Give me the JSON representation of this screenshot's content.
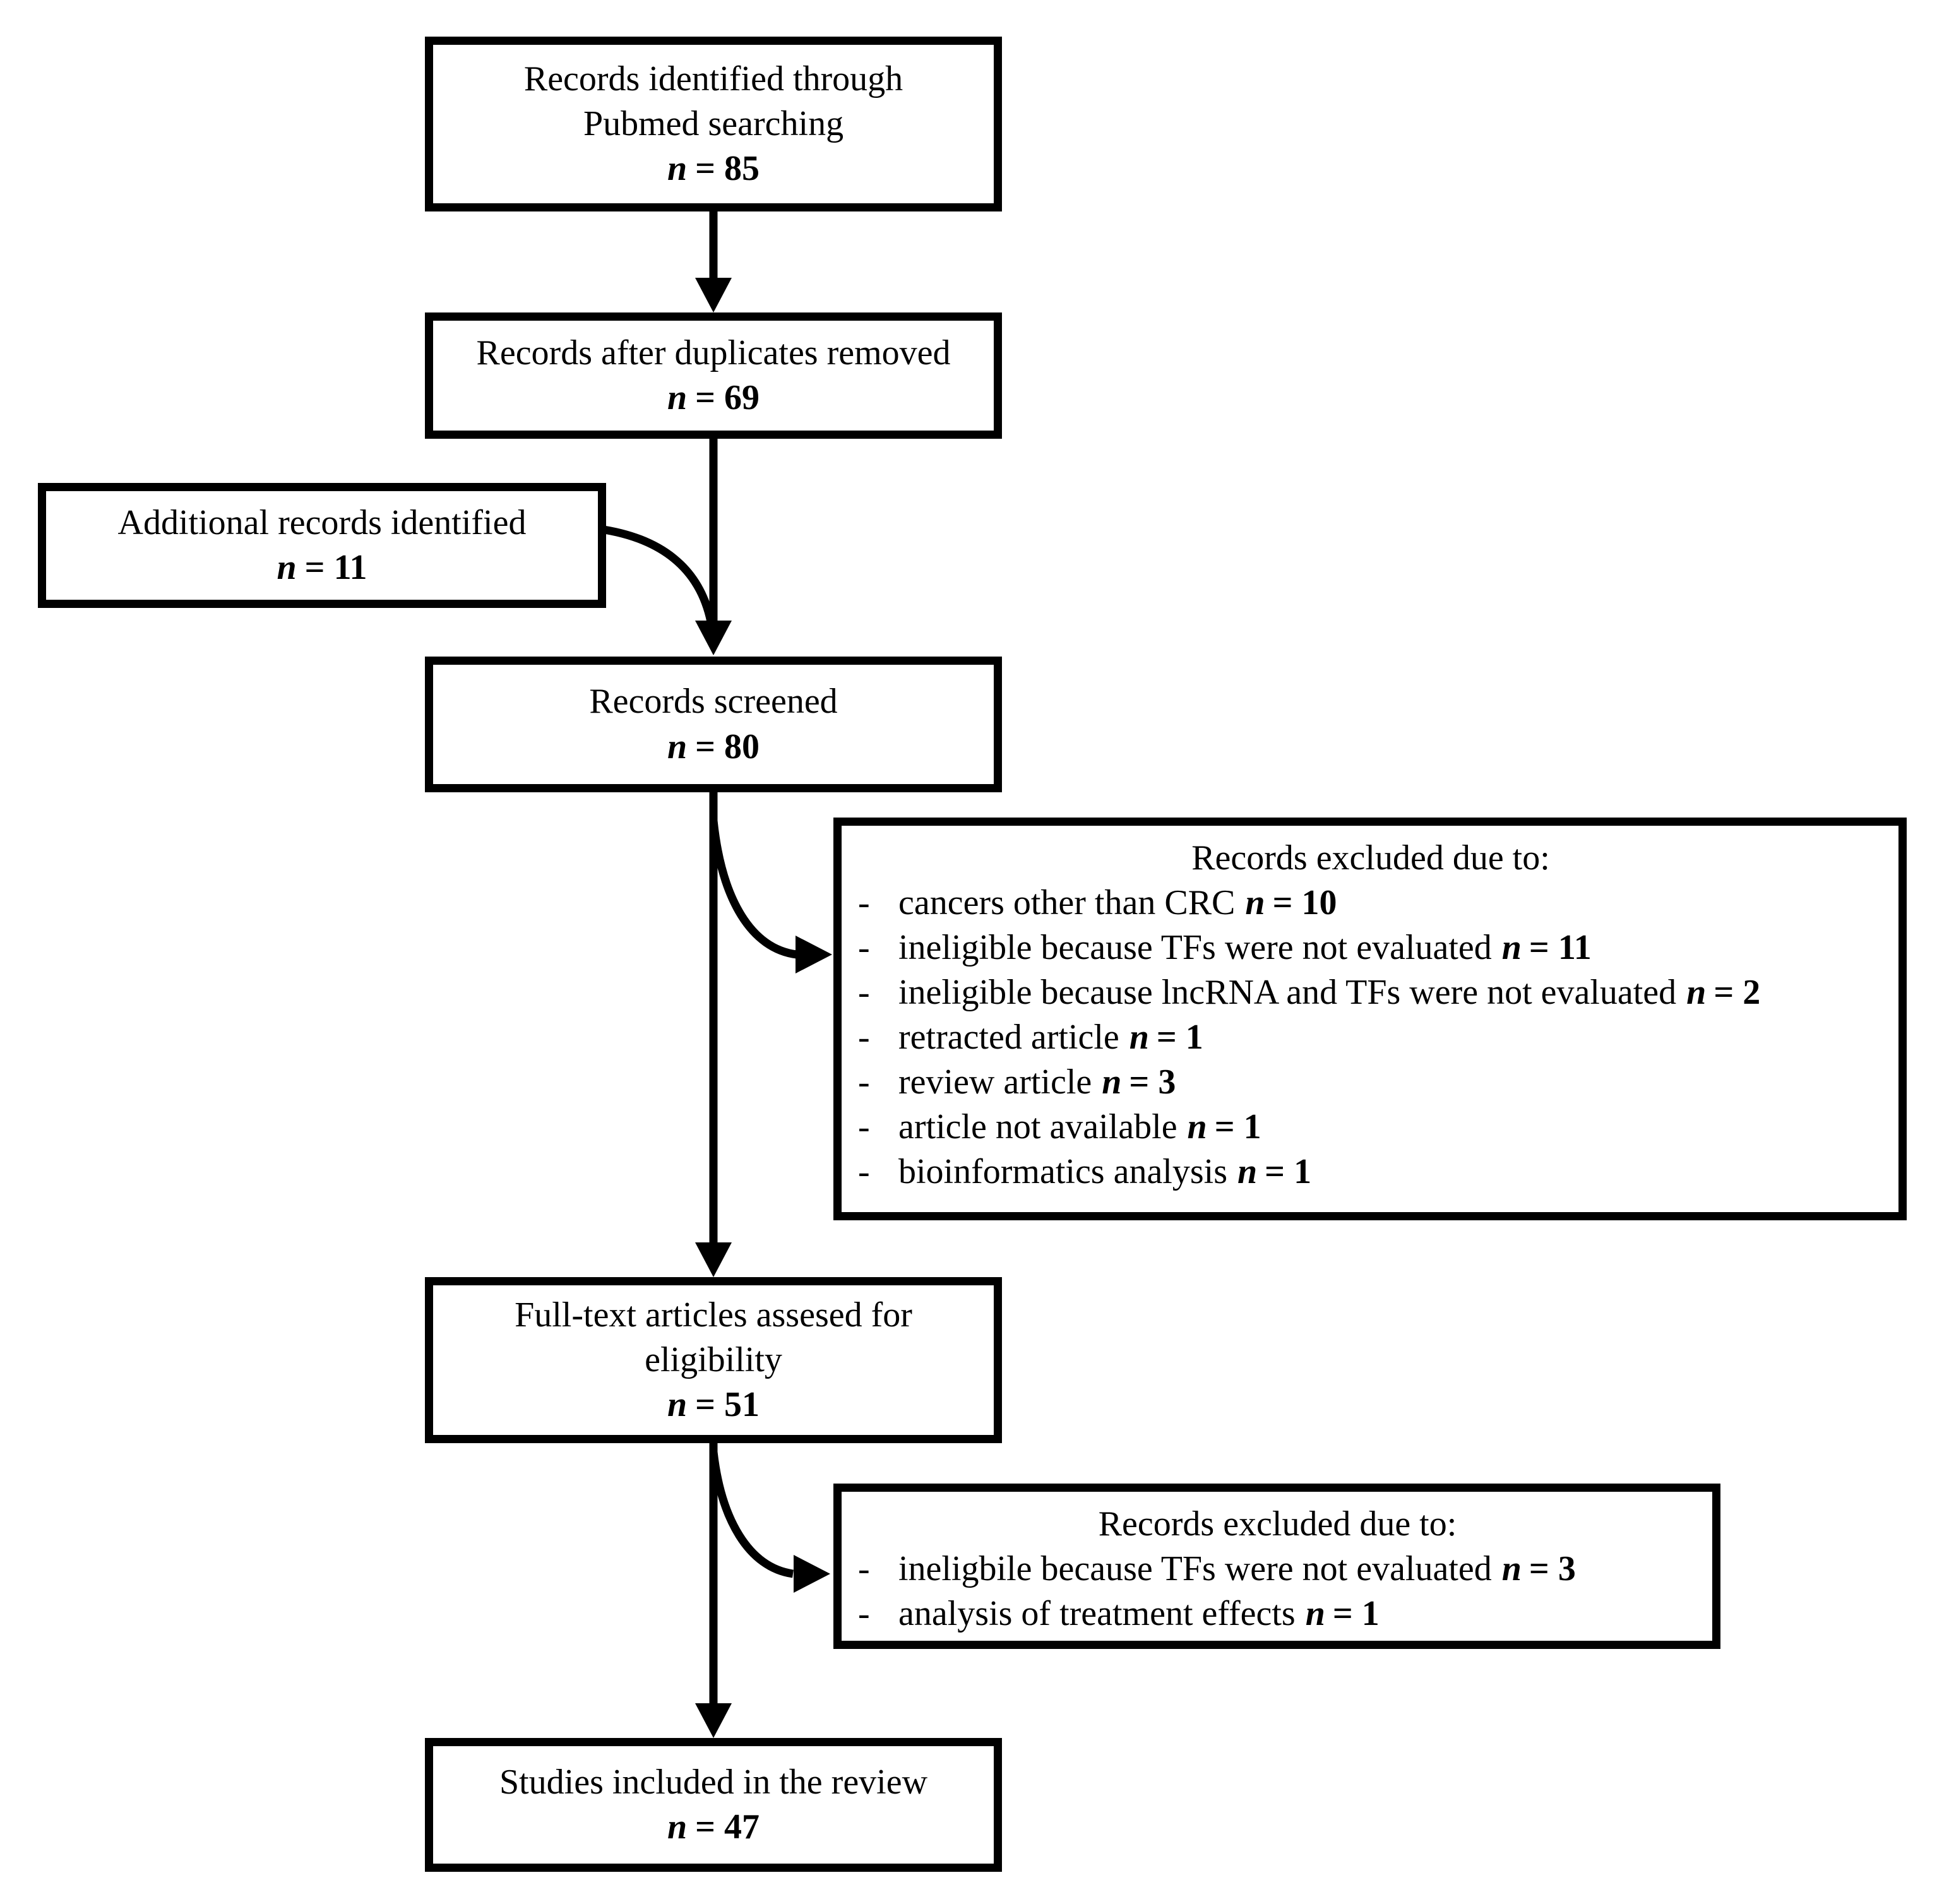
{
  "page": {
    "background": "#ffffff",
    "ink": "#000000"
  },
  "n_symbol": "n",
  "boxes": {
    "identified": {
      "lines": [
        "Records identified through",
        "Pubmed searching"
      ],
      "n_value": "= 85"
    },
    "deduplicated": {
      "lines": [
        "Records after duplicates removed"
      ],
      "n_value": "= 69"
    },
    "additional": {
      "lines": [
        "Additional records identified"
      ],
      "n_value": "= 11"
    },
    "screened": {
      "lines": [
        "Records screened"
      ],
      "n_value": "= 80"
    },
    "fulltext": {
      "lines": [
        "Full-text articles assesed for",
        "eligibility"
      ],
      "n_value": "= 51"
    },
    "included": {
      "lines": [
        "Studies included in the review"
      ],
      "n_value": "= 47"
    }
  },
  "exclusions": {
    "screening": {
      "title": "Records excluded due to:",
      "bullet": "-",
      "items": [
        {
          "text": "cancers other than CRC",
          "n_value": "= 10"
        },
        {
          "text": "ineligible because TFs were not evaluated",
          "n_value": "= 11"
        },
        {
          "text": "ineligible because lncRNA and TFs were not evaluated",
          "n_value": "= 2"
        },
        {
          "text": "retracted article",
          "n_value": "= 1"
        },
        {
          "text": "review article",
          "n_value": "= 3"
        },
        {
          "text": "article not available",
          "n_value": "= 1"
        },
        {
          "text": "bioinformatics analysis",
          "n_value": "= 1"
        }
      ]
    },
    "eligibility": {
      "title": "Records excluded due to:",
      "bullet": "-",
      "items": [
        {
          "text": "ineligbile because TFs were not evaluated",
          "n_value": "= 3"
        },
        {
          "text": "analysis of treatment effects",
          "n_value": "= 1"
        }
      ]
    }
  }
}
